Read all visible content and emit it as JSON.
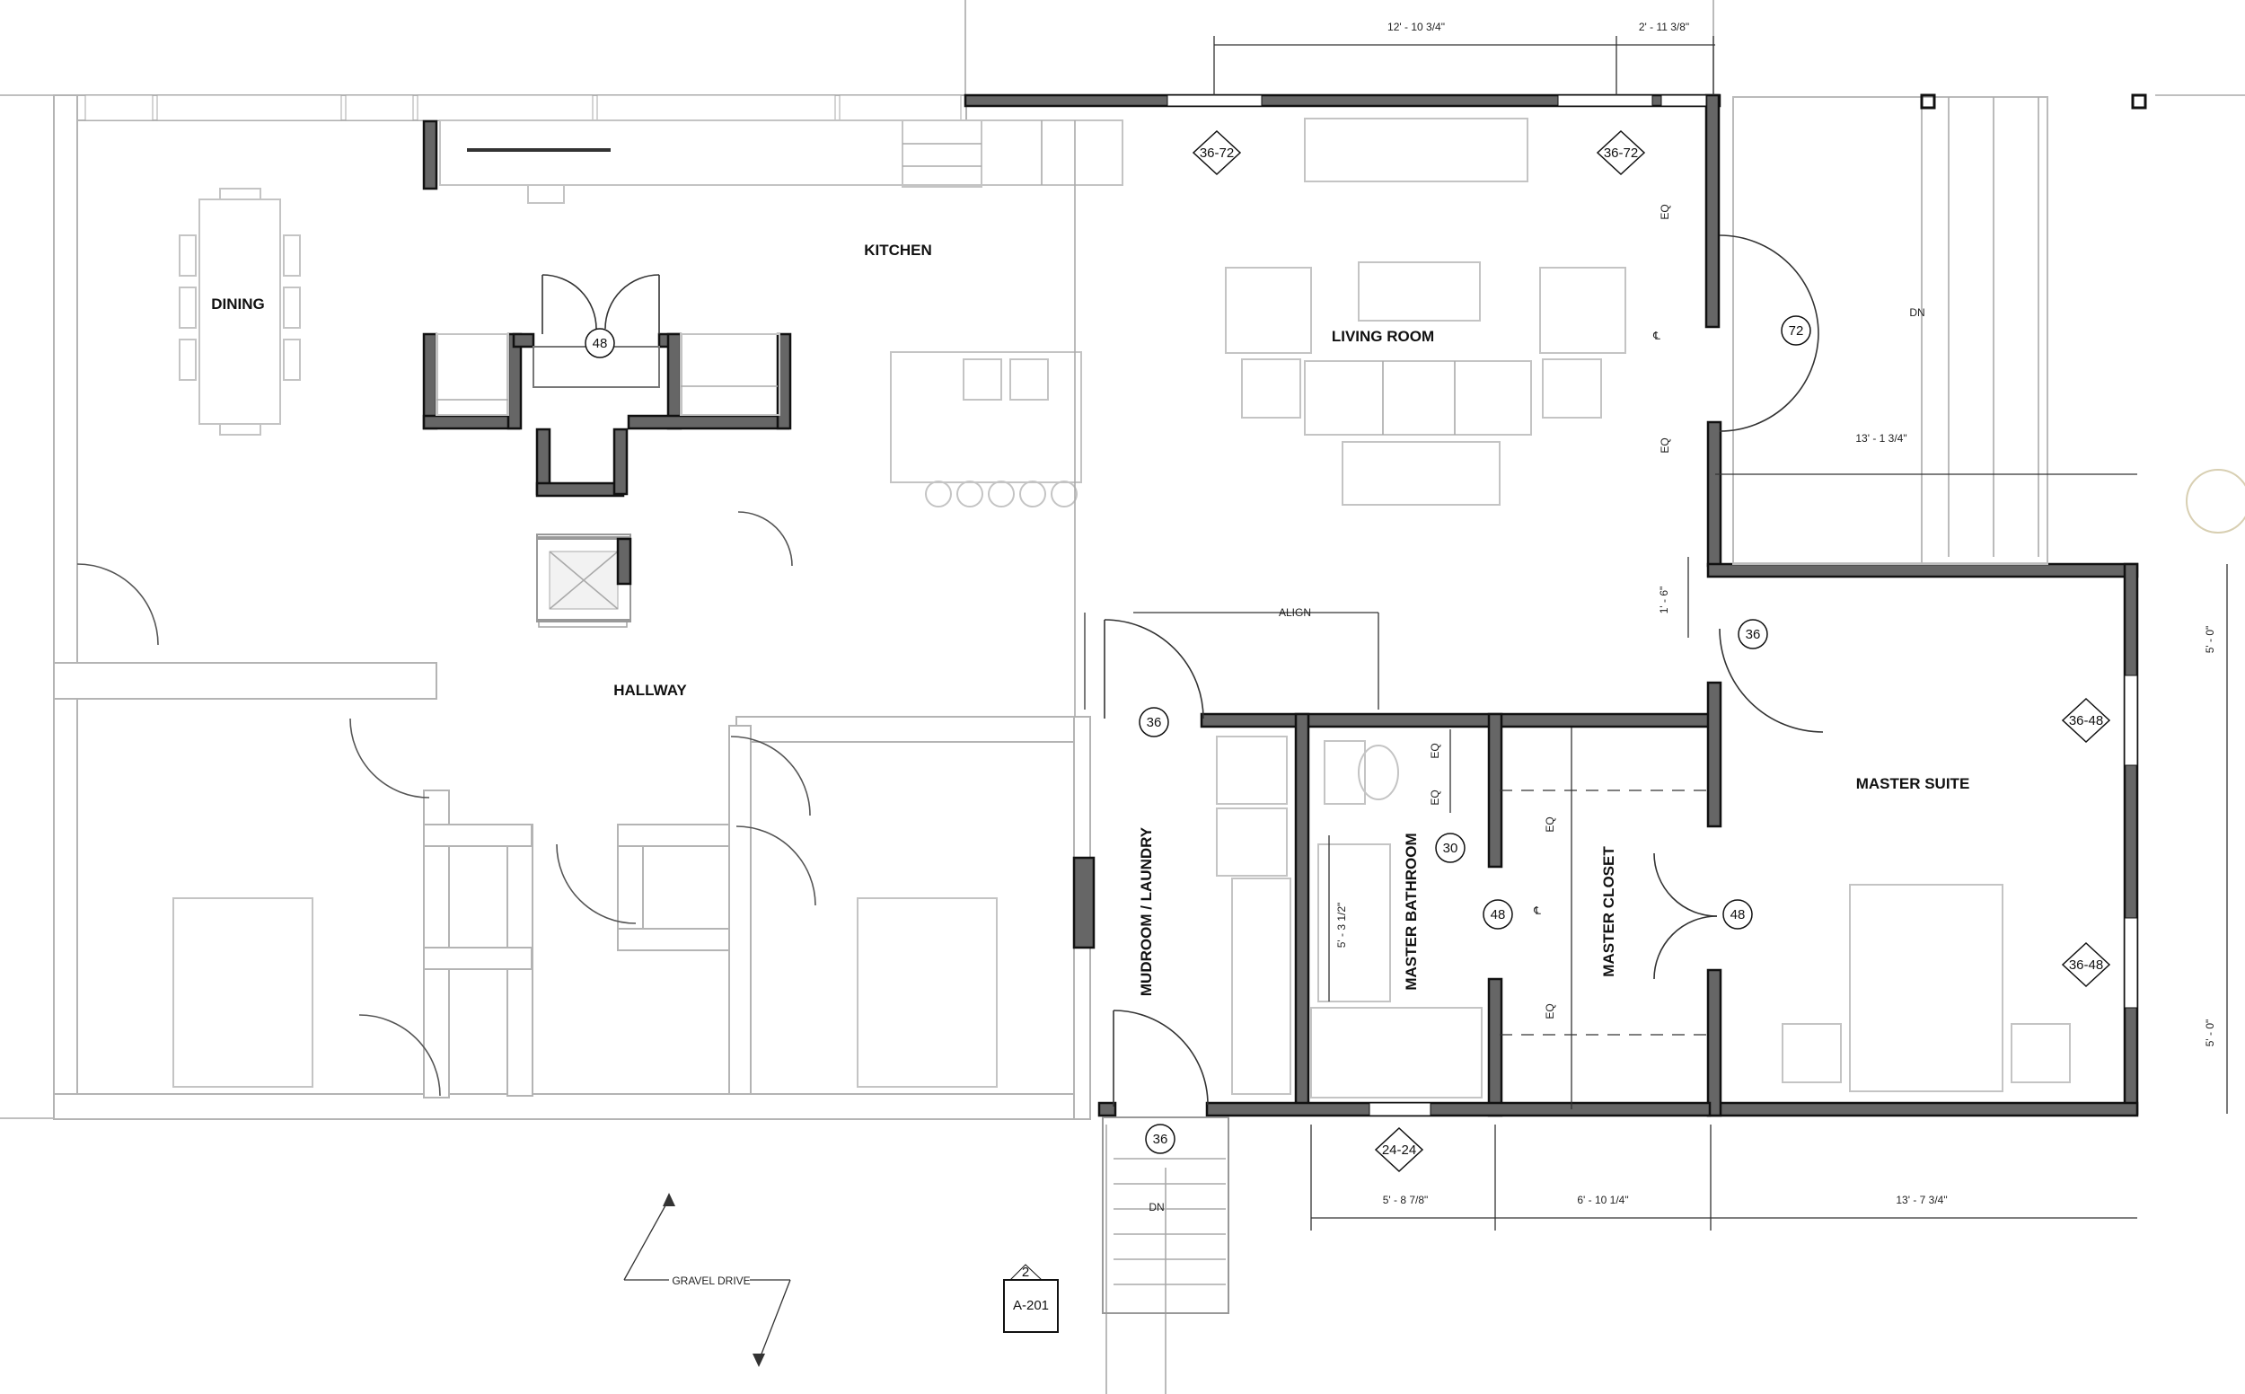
{
  "rooms": {
    "dining": "DINING",
    "kitchen": "KITCHEN",
    "living_room": "LIVING ROOM",
    "hallway": "HALLWAY",
    "mudroom": "MUDROOM / LAUNDRY",
    "master_bathroom": "MASTER BATHROOM",
    "master_closet": "MASTER CLOSET",
    "master_suite": "MASTER SUITE"
  },
  "dimensions": {
    "top_main": "12' - 10 3/4\"",
    "top_right": "2' - 11 3/8\"",
    "deck": "13' - 1 3/4\"",
    "step": "1' - 6\"",
    "window_upper": "5' - 0\"",
    "window_lower": "5' - 0\"",
    "bath_width": "5' - 8 7/8\"",
    "closet_width": "6' - 10 1/4\"",
    "suite_width": "13' - 7 3/4\"",
    "bath_depth": "5' - 3 1/2\""
  },
  "notes": {
    "eq": "EQ",
    "centerline": "℄",
    "align": "ALIGN",
    "down": "DN",
    "gravel_drive": "GRAVEL DRIVE"
  },
  "door_tags": {
    "pantry": "48",
    "living": "72",
    "entry": "36",
    "mudroom_top": "36",
    "mudroom_bottom": "36",
    "bath": "30",
    "bath_closet": "48",
    "suite": "48"
  },
  "window_tags": {
    "living_left": "36-72",
    "living_right": "36-72",
    "suite_upper": "36-48",
    "suite_lower": "36-48",
    "bath": "24-24"
  },
  "section_marker": {
    "number": "2",
    "sheet": "A-201"
  }
}
